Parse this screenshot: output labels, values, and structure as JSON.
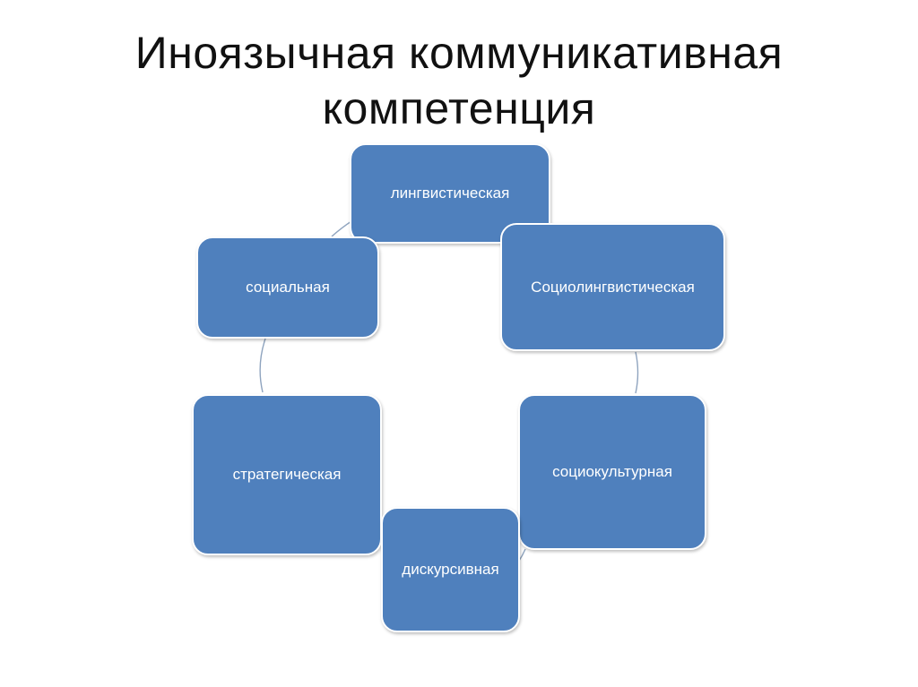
{
  "slide": {
    "title_line1": "Иноязычная коммуникативная",
    "title_line2": "компетенция"
  },
  "nodes": {
    "linguistic": "лингвистическая",
    "sociolinguistic": "Социолингвистическая",
    "sociocultural": "социокультурная",
    "discursive": "дискурсивная",
    "strategic": "стратегическая",
    "social": "социальная"
  },
  "colors": {
    "node_fill": "#4f80bd",
    "node_text": "#ffffff",
    "connector": "#8fa4bf",
    "title": "#111111"
  }
}
